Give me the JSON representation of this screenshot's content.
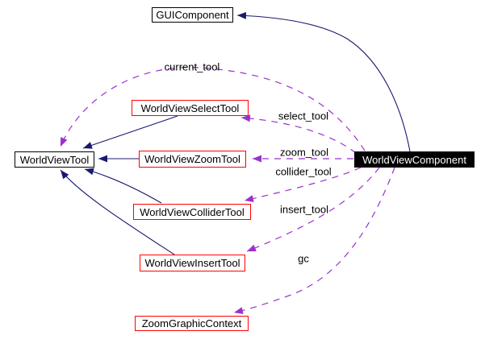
{
  "diagram": {
    "kind": "class-collaboration-graph",
    "colors": {
      "background": "#ffffff",
      "inheritance_edge": "#191970",
      "usage_edge": "#9a32cd",
      "node_border": "#000000",
      "highlight_node_border": "#ff0000",
      "focus_node_background": "#000000",
      "focus_node_text": "#ffffff"
    },
    "nodes": [
      {
        "id": "gui-component",
        "label": "GUIComponent",
        "style": "default"
      },
      {
        "id": "world-view-tool",
        "label": "WorldViewTool",
        "style": "default"
      },
      {
        "id": "world-view-select-tool",
        "label": "WorldViewSelectTool",
        "style": "red"
      },
      {
        "id": "world-view-zoom-tool",
        "label": "WorldViewZoomTool",
        "style": "red"
      },
      {
        "id": "world-view-collider-tool",
        "label": "WorldViewColliderTool",
        "style": "red"
      },
      {
        "id": "world-view-insert-tool",
        "label": "WorldViewInsertTool",
        "style": "red"
      },
      {
        "id": "zoom-graphic-context",
        "label": "ZoomGraphicContext",
        "style": "red"
      },
      {
        "id": "world-view-component",
        "label": "WorldViewComponent",
        "style": "focus"
      }
    ],
    "edge_labels": [
      {
        "text": "current_tool"
      },
      {
        "text": "select_tool"
      },
      {
        "text": "zoom_tool"
      },
      {
        "text": "collider_tool"
      },
      {
        "text": "insert_tool"
      },
      {
        "text": "gc"
      }
    ]
  }
}
